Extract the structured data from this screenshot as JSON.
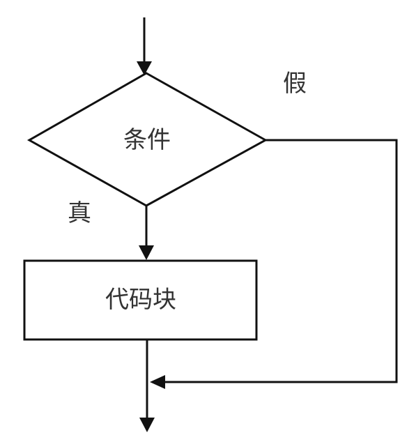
{
  "diagram": {
    "decision": {
      "text": "条件"
    },
    "process": {
      "text": "代码块"
    },
    "branches": {
      "false_label": "假",
      "true_label": "真"
    },
    "colors": {
      "stroke": "#111111",
      "text": "#333333",
      "background": "#ffffff"
    }
  }
}
